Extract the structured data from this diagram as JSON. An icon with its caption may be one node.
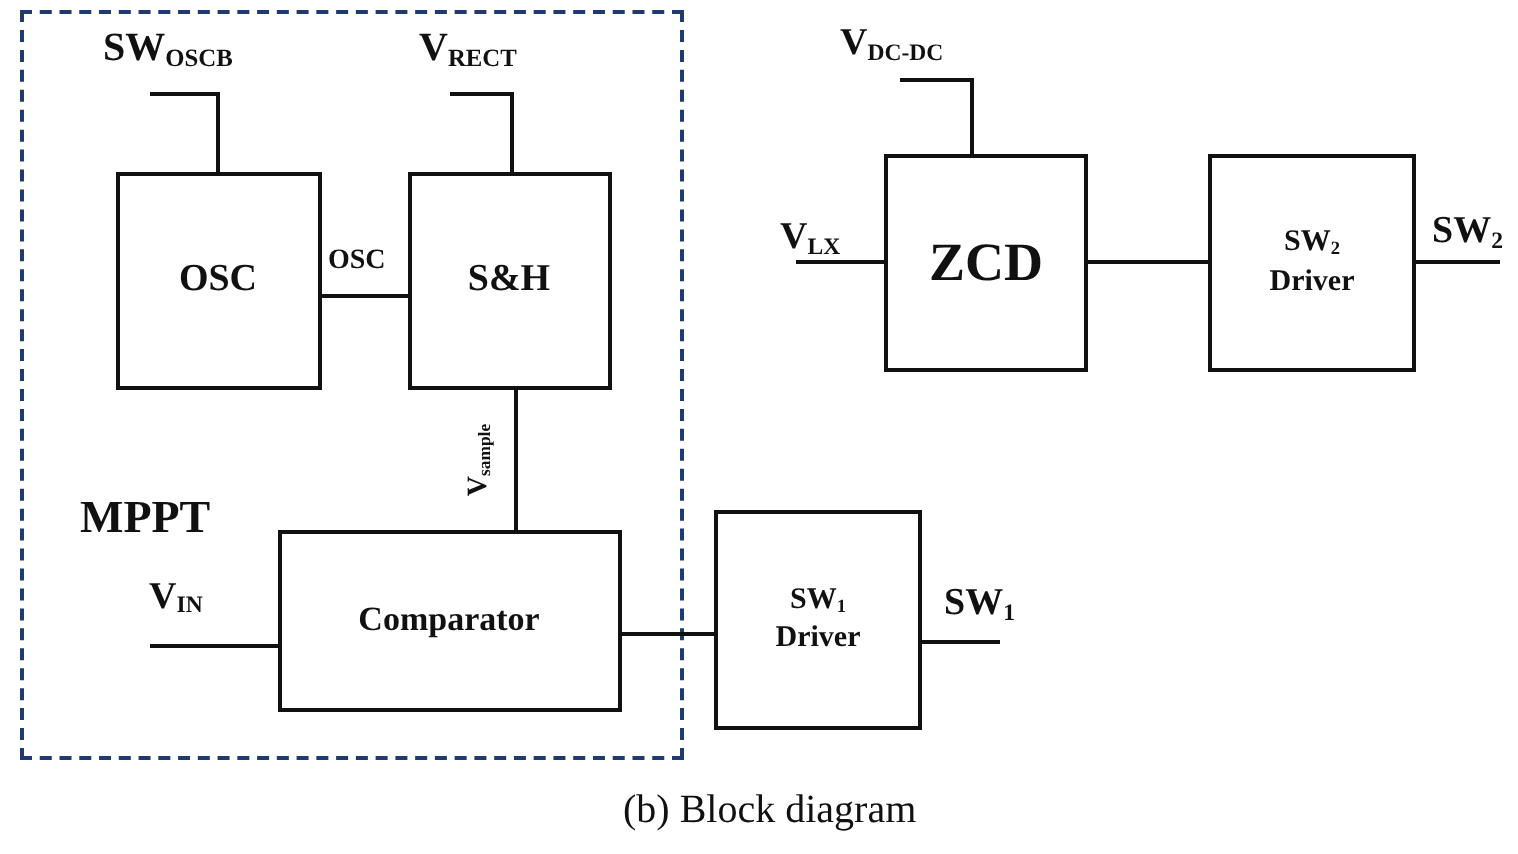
{
  "diagram": {
    "caption": "(b) Block diagram",
    "nodes": [
      {
        "text": [
          "MPPT"
        ]
      },
      {
        "text": [
          "OSC"
        ],
        "in": 0
      },
      {
        "text": [
          "S&H"
        ],
        "in": 0
      },
      {
        "text": [
          "Comparator"
        ],
        "in": 0
      },
      {
        "text": [
          "SW$_{1}$ Driver"
        ]
      },
      {
        "text": [
          "ZCD"
        ]
      },
      {
        "text": [
          "SW$_{2}$ Driver"
        ]
      },
      {
        "text": [
          "SW$_{OSCB}$"
        ],
        "in": 0
      },
      {
        "text": [
          "V$_{RECT}$"
        ],
        "in": 0
      },
      {
        "text": [
          "V$_{IN}$"
        ],
        "in": 0
      },
      {
        "text": [
          "V$_{DC-DC}$"
        ]
      },
      {
        "text": [
          "V$_{LX}$"
        ]
      },
      {
        "text": [
          "SW$_{2}$"
        ]
      },
      {
        "text": [
          "SW$_{1}$"
        ]
      }
    ],
    "edges": [
      {
        "from": 7,
        "to": 1,
        "arrow": "none"
      },
      {
        "from": 8,
        "to": 2,
        "arrow": "none"
      },
      {
        "from": 1,
        "to": 2,
        "arrow": "none",
        "label": "OSC"
      },
      {
        "from": 2,
        "to": 3,
        "arrow": "none",
        "label": "V$_{sample}$"
      },
      {
        "from": 9,
        "to": 3,
        "arrow": "none"
      },
      {
        "from": 3,
        "to": 4,
        "arrow": "none"
      },
      {
        "from": 10,
        "to": 5,
        "arrow": "none"
      },
      {
        "from": 11,
        "to": 5,
        "arrow": "none"
      },
      {
        "from": 5,
        "to": 6,
        "arrow": "none"
      },
      {
        "from": 4,
        "to": 13,
        "arrow": "none"
      },
      {
        "from": 6,
        "to": 12,
        "arrow": "none"
      }
    ]
  }
}
